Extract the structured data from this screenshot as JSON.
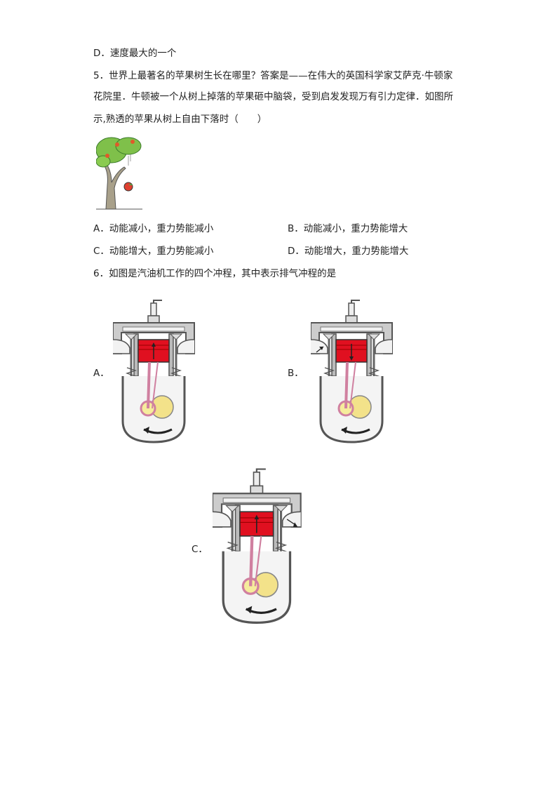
{
  "q4_tail": {
    "option_d": "D．速度最大的一个"
  },
  "q5": {
    "stem_line1": "5．世界上最著名的苹果树生长在哪里？答案是——在伟大的英国科学家艾萨克·牛顿家",
    "stem_line2": "花院里．牛顿被一个从树上掉落的苹果砸中脑袋，受到启发发现万有引力定律．如图所",
    "stem_line3": "示,熟透的苹果从树上自由下落时（　　）",
    "options": {
      "a": "A．动能减小，重力势能减小",
      "b": "B．动能减小，重力势能增大",
      "c": "C．动能增大，重力势能减小",
      "d": "D．动能增大，重力势能增大"
    }
  },
  "q6": {
    "stem": "6．如图是汽油机工作的四个冲程，其中表示排气冲程的是",
    "figure_labels": {
      "a": "A．",
      "b": "B．",
      "c": "C．"
    }
  }
}
